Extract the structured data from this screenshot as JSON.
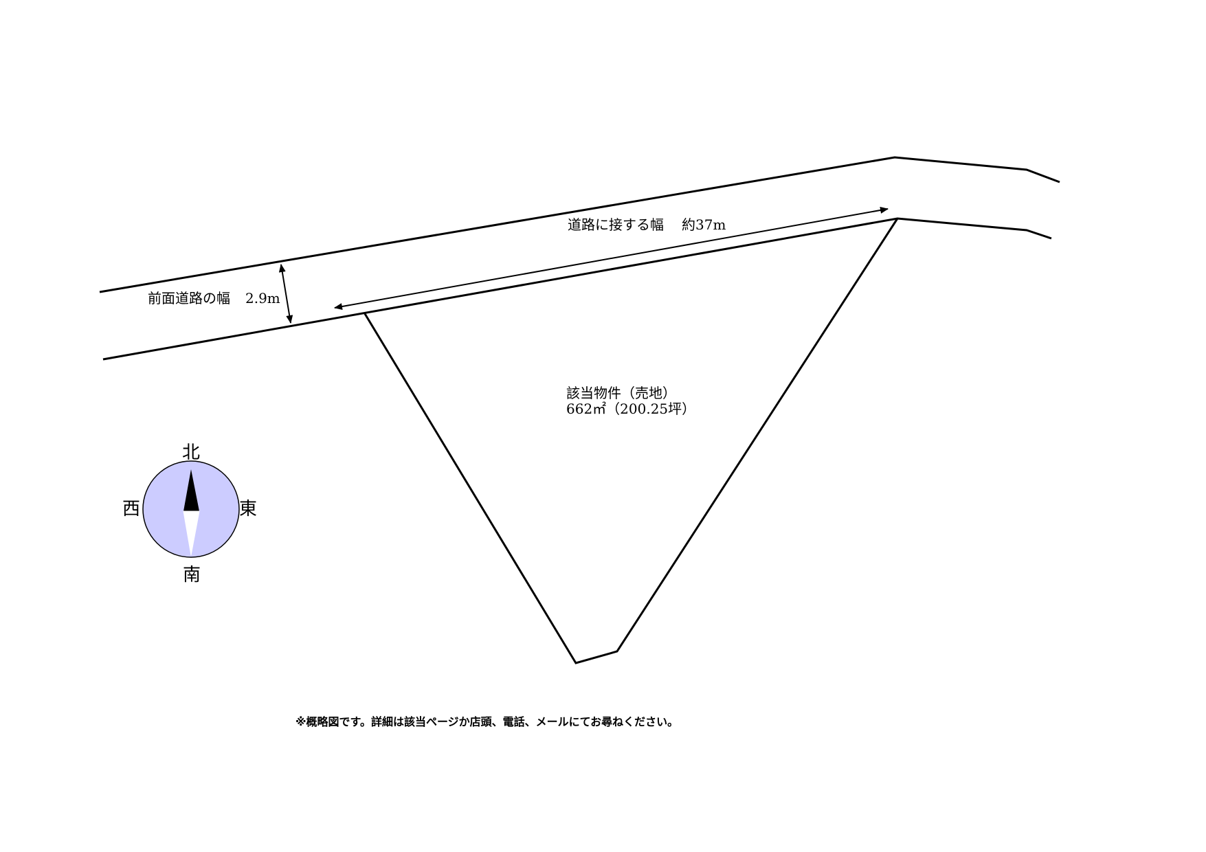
{
  "road_width_label": "前面道路の幅",
  "road_width_value": "2.9m",
  "frontage_label": "道路に接する幅",
  "frontage_value": "約37m",
  "property_label": "該当物件（売地）",
  "property_area": "662㎡（200.25坪）",
  "compass": {
    "north": "北",
    "south": "南",
    "east": "東",
    "west": "西",
    "fill_color": "#ccccff"
  },
  "footnote": "※概略図です。詳細は該当ページか店頭、電話、メールにてお尋ねください。"
}
